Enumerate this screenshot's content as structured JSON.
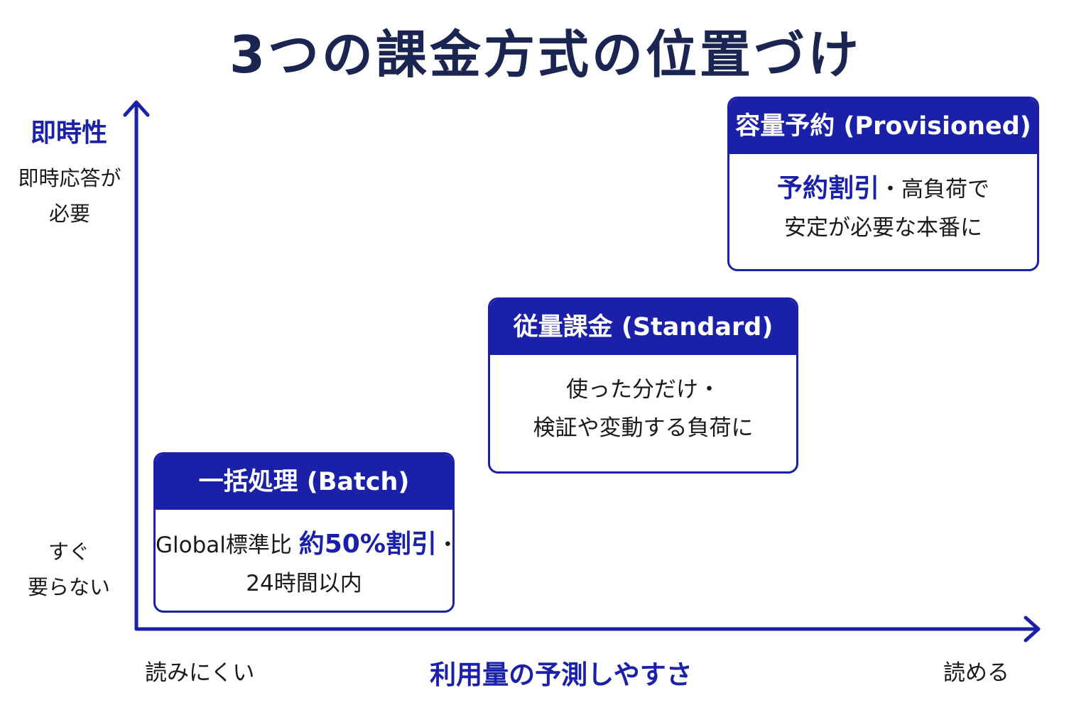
{
  "title": "3つの課金方式の位置づけ",
  "y_axis": {
    "label": "即時性",
    "top_text_line1": "即時応答が",
    "top_text_line2": "必要",
    "bottom_text_line1": "すぐ",
    "bottom_text_line2": "要らない"
  },
  "x_axis": {
    "label": "利用量の予測しやすさ",
    "left_text": "読みにくい",
    "right_text": "読める"
  },
  "colors": {
    "accent": "#1a21a8",
    "title": "#1a2552",
    "text": "#1a1a1a"
  },
  "boxes": {
    "batch": {
      "header": "一括処理 (Batch)",
      "line1_pre": "Global標準比 ",
      "line1_highlight": "約50%割引",
      "line1_post": "・",
      "line2": "24時間以内"
    },
    "standard": {
      "header": "従量課金 (Standard)",
      "line1": "使った分だけ・",
      "line2": "検証や変動する負荷に"
    },
    "provisioned": {
      "header": "容量予約 (Provisioned)",
      "line1_highlight": "予約割引",
      "line1_post": "・高負荷で",
      "line2": "安定が必要な本番に"
    }
  }
}
